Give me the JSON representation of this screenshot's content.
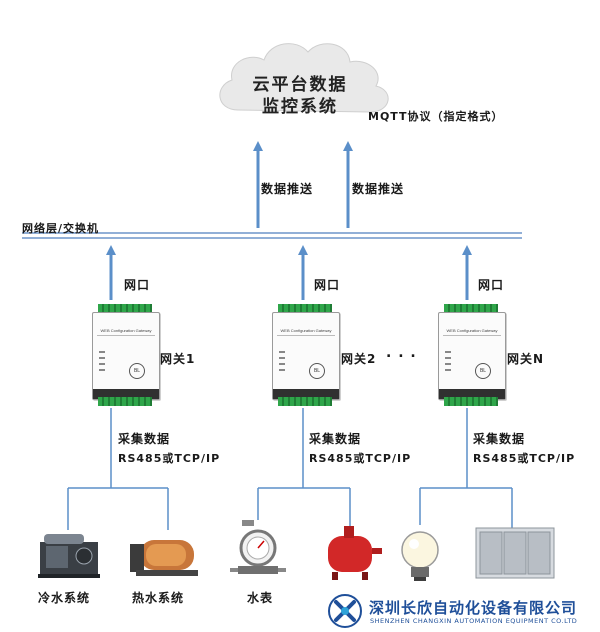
{
  "cloud": {
    "line1": "云平台数据",
    "line2": "监控系统"
  },
  "protocol_label": "MQTT协议（指定格式）",
  "push_label_left": "数据推送",
  "push_label_right": "数据推送",
  "network_label": "网络层/交换机",
  "port_label": "网口",
  "gateway_panel_text": "WEB Configuration Gateway",
  "gateways": [
    {
      "label": "网关1",
      "collect_label": "采集数据",
      "protocol": "RS485或TCP/IP"
    },
    {
      "label": "网关2",
      "collect_label": "采集数据",
      "protocol": "RS485或TCP/IP"
    },
    {
      "label": "网关N",
      "collect_label": "采集数据",
      "protocol": "RS485或TCP/IP"
    }
  ],
  "ellipsis": ". . .",
  "devices": [
    {
      "label": "冷水系统",
      "icon": "chiller-icon"
    },
    {
      "label": "热水系统",
      "icon": "boiler-icon"
    },
    {
      "label": "水表",
      "icon": "water-meter-icon"
    },
    {
      "label": "",
      "icon": "fire-tank-icon"
    },
    {
      "label": "",
      "icon": "light-bulb-icon"
    },
    {
      "label": "",
      "icon": "server-cabinet-icon"
    }
  ],
  "watermark": {
    "company_cn": "深圳长欣自动化设备有限公司",
    "company_en": "SHENZHEN CHANGXIN AUTOMATION EQUIPMENT CO.LTD"
  },
  "colors": {
    "arrow": "#5b8fc9",
    "line": "#4f7fbf",
    "gateway_terminal": "#2fa64a",
    "watermark": "#1f4f99"
  }
}
